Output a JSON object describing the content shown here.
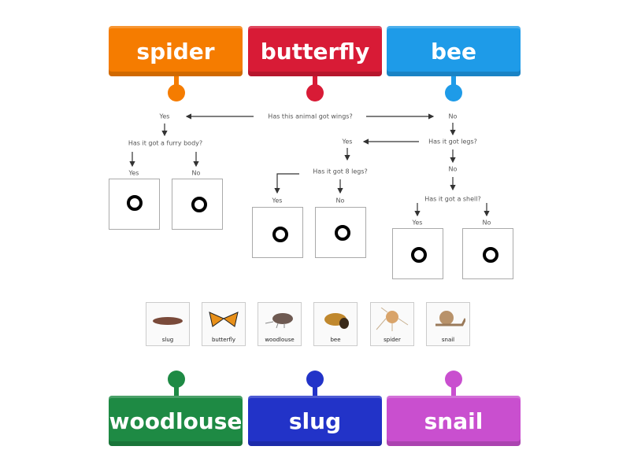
{
  "tiles_top": [
    {
      "label": "spider",
      "color": "#f57c00"
    },
    {
      "label": "butterfly",
      "color": "#d81b36"
    },
    {
      "label": "bee",
      "color": "#1e9be8"
    }
  ],
  "tiles_bottom": [
    {
      "label": "woodlouse",
      "color": "#1e8a44"
    },
    {
      "label": "slug",
      "color": "#2233c8"
    },
    {
      "label": "snail",
      "color": "#c94fcf"
    }
  ],
  "diagram": {
    "q_wings": "Has this animal got wings?",
    "yes1": "Yes",
    "no1": "No",
    "q_furry": "Has it got a furry body?",
    "yes_furry": "Yes",
    "no_furry": "No",
    "q_legs": "Has it got legs?",
    "yes_legs": "Yes",
    "no_legs": "No",
    "q_8legs": "Has it got 8 legs?",
    "yes_8": "Yes",
    "no_8": "No",
    "q_shell": "Has it got a shell?",
    "yes_shell": "Yes",
    "no_shell": "No"
  },
  "thumbnails": [
    "slug",
    "butterfly",
    "woodlouse",
    "bee",
    "spider",
    "snail"
  ]
}
